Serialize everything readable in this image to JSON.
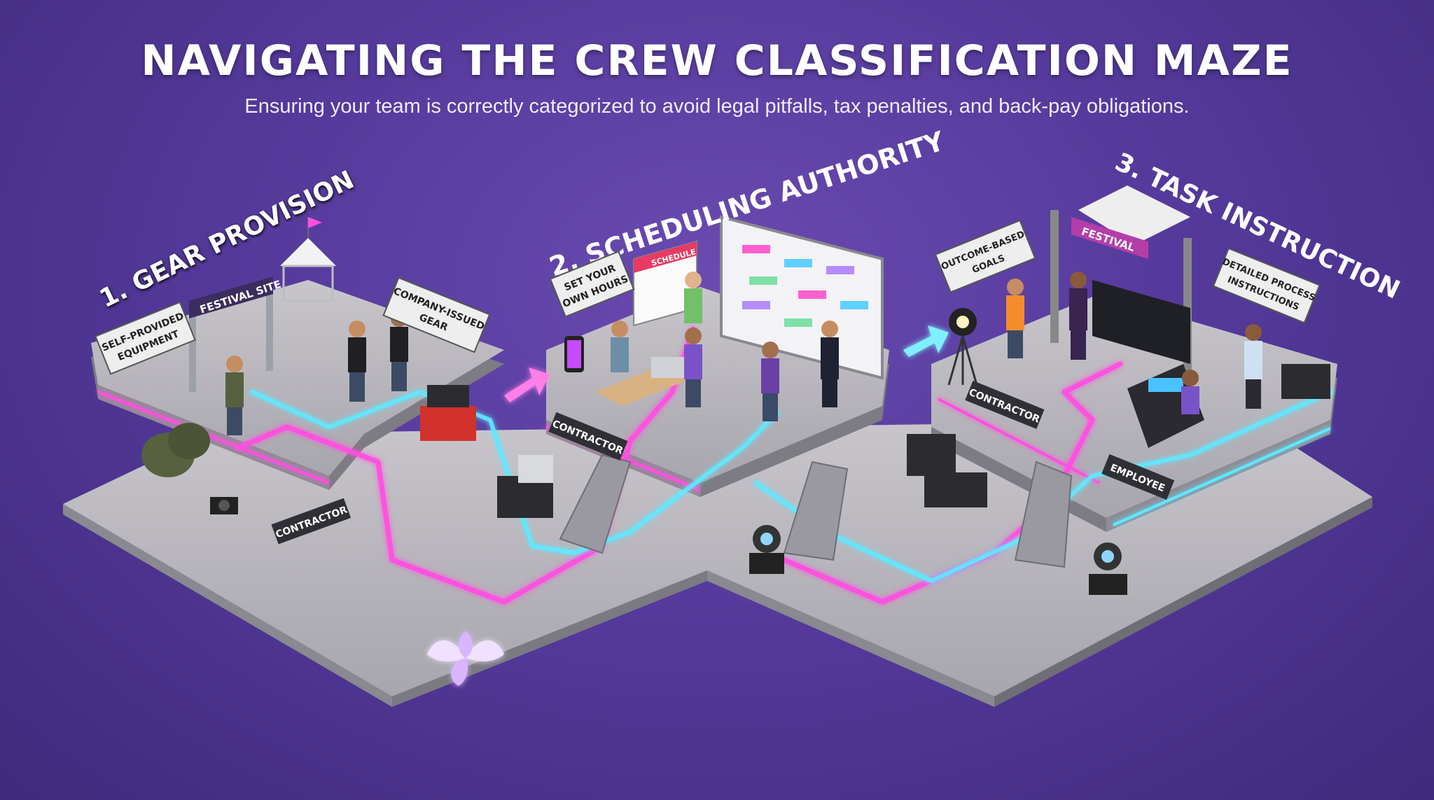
{
  "header": {
    "title": "NAVIGATING THE CREW CLASSIFICATION MAZE",
    "subtitle": "Ensuring your team is correctly categorized to avoid legal pitfalls, tax penalties, and back-pay obligations."
  },
  "sections": [
    {
      "heading": "1. GEAR PROVISION",
      "signs": {
        "self_provided": [
          "SELF-PROVIDED",
          "EQUIPMENT"
        ],
        "festival_site": "FESTIVAL SITE",
        "company_issued": [
          "COMPANY-ISSUED",
          "GEAR"
        ],
        "contractor": "CONTRACTOR"
      }
    },
    {
      "heading": "2. SCHEDULING AUTHORITY",
      "signs": {
        "set_hours": [
          "SET YOUR",
          "OWN HOURS"
        ],
        "calendar": "SCHEDULE",
        "contractor": "CONTRACTOR"
      }
    },
    {
      "heading": "3. TASK INSTRUCTION",
      "signs": {
        "outcome": [
          "OUTCOME-BASED",
          "GOALS"
        ],
        "festival_banner": "FESTIVAL",
        "detailed": [
          "DETAILED PROCESS",
          "INSTRUCTIONS"
        ],
        "contractor": "CONTRACTOR",
        "employee": "EMPLOYEE"
      }
    }
  ],
  "colors": {
    "background": "#553a9c",
    "neon_pink": "#ff4fe0",
    "neon_cyan": "#5fe8ff",
    "platform": "#b9b7bd",
    "sign_bg": "#eeeeee",
    "dark_tag": "#2f2f36"
  }
}
